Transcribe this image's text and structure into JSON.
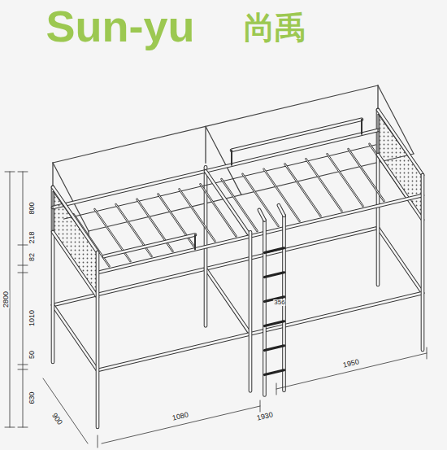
{
  "diagram": {
    "labels": [
      "Sun-yu",
      "尚禹",
      "800",
      "218",
      "82",
      "1010",
      "2800",
      "50",
      "630",
      "1950",
      "1930",
      "1080",
      "900",
      "356"
    ]
  }
}
